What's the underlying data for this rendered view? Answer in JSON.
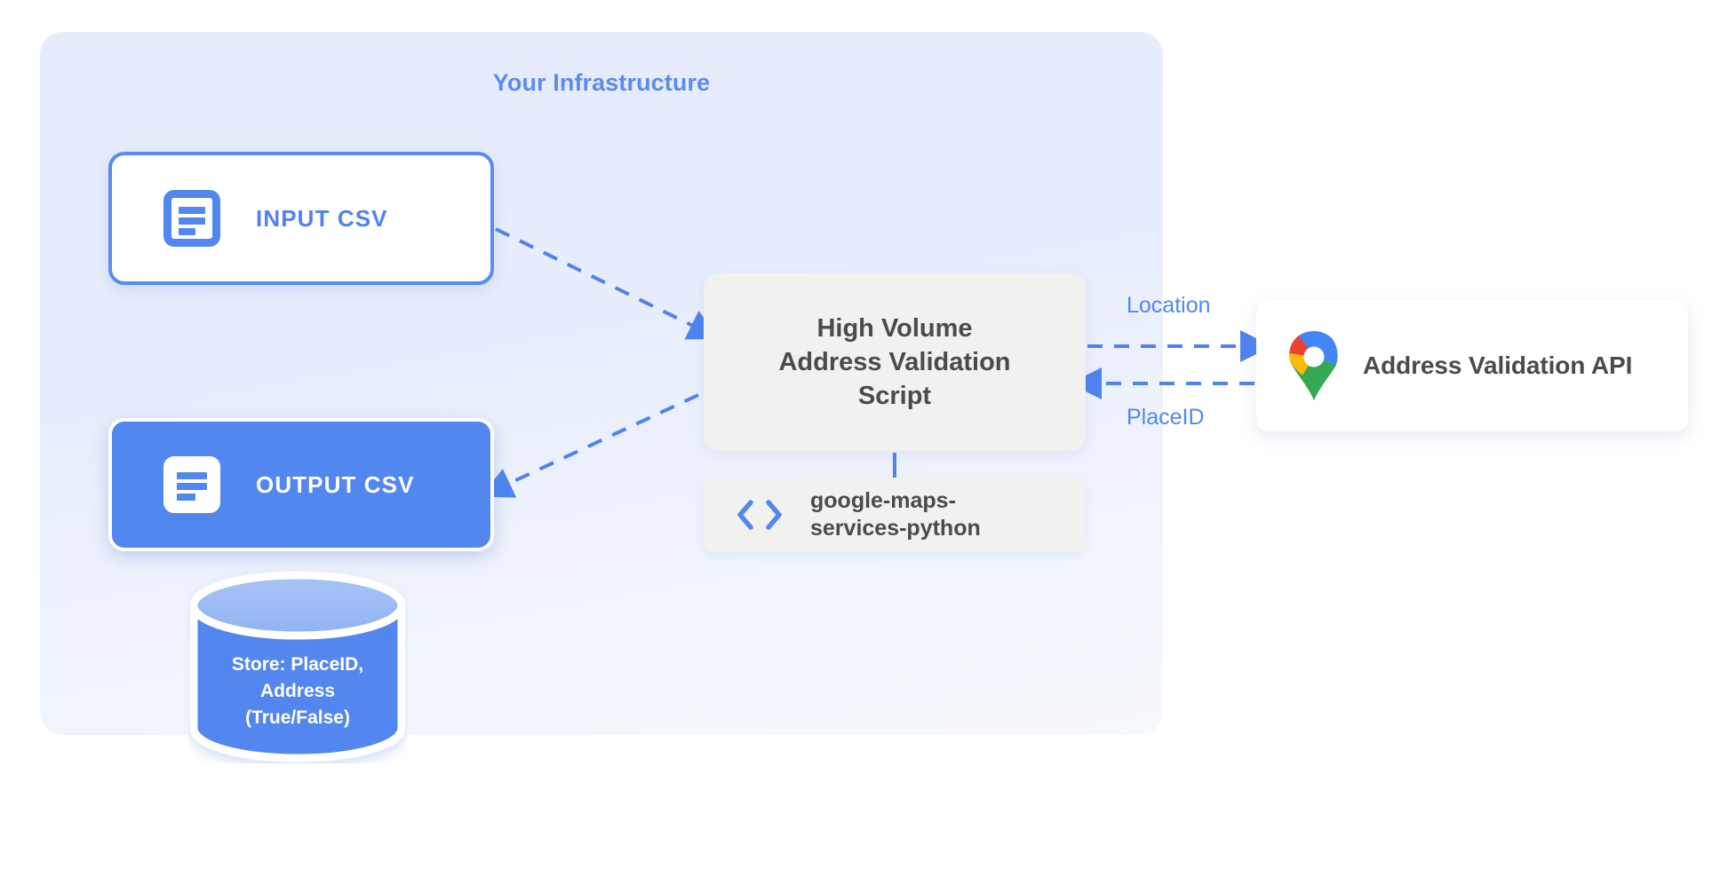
{
  "diagram": {
    "panel": {
      "title": "Your Infrastructure"
    },
    "nodes": {
      "input_csv": {
        "label": "INPUT CSV",
        "icon": "csv-document-icon"
      },
      "output_csv": {
        "label": "OUTPUT CSV",
        "icon": "csv-document-icon"
      },
      "script": {
        "line1": "High Volume",
        "line2": "Address Validation",
        "line3": "Script"
      },
      "library": {
        "line1": "google-maps-",
        "line2": "services-python",
        "icon": "code-brackets-icon"
      },
      "api": {
        "label": "Address Validation API",
        "icon": "google-maps-pin-icon"
      },
      "database": {
        "line1": "Store: PlaceID,",
        "line2": "Address",
        "line3": "(True/False)",
        "icon": "database-cylinder-icon"
      }
    },
    "edges": {
      "location": "Location",
      "placeid": "PlaceID"
    },
    "colors": {
      "accent_blue": "#5287ef",
      "title_blue": "#5b8bf0",
      "panel_bg": "#e6ecfb",
      "box_gray": "#f1f1ef",
      "text_dark": "#4b4b4b",
      "white": "#ffffff"
    }
  }
}
